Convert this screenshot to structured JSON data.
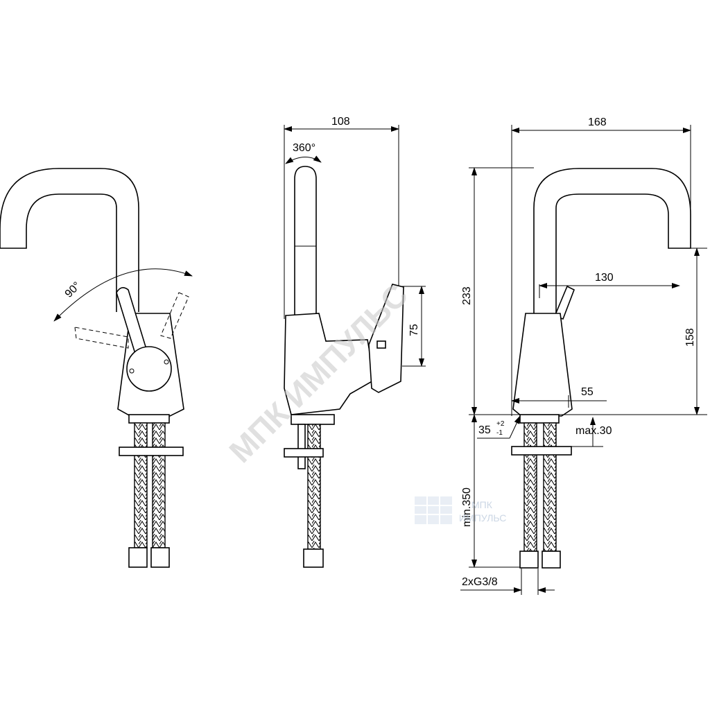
{
  "dimensions": {
    "angle_lever": "90°",
    "angle_swivel": "360°",
    "width_side": "108",
    "handle_height": "75",
    "width_front": "168",
    "total_height": "233",
    "reach": "130",
    "spout_height": "158",
    "base_diameter": "55",
    "hole_diameter": "35",
    "hole_tol_plus": "+2",
    "hole_tol_minus": "-1",
    "max_thickness": "max.30",
    "hose_length": "min.350",
    "connection": "2xG3/8"
  },
  "watermark": {
    "text": "МПК ИМПУЛЬС",
    "logo_line1": "МПК",
    "logo_line2": "ИМПУЛЬС"
  },
  "colors": {
    "line": "#000000",
    "watermark": "#c8c8c8",
    "logo": "#a9bcd3"
  }
}
